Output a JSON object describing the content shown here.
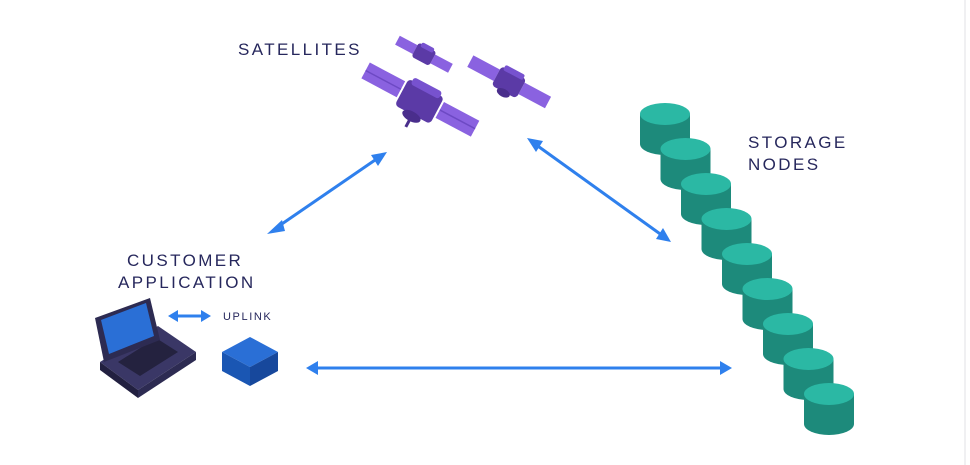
{
  "labels": {
    "satellites": "SATELLITES",
    "storage_nodes_line1": "STORAGE",
    "storage_nodes_line2": "NODES",
    "customer_line1": "CUSTOMER",
    "customer_line2": "APPLICATION",
    "uplink": "UPLINK"
  },
  "colors": {
    "arrow": "#2f80ed",
    "satellite_body": "#5b3aa6",
    "satellite_panel": "#8a62e0",
    "storage_top": "#2bb8a4",
    "storage_side": "#1d8a7b",
    "laptop_frame": "#2d2b52",
    "laptop_screen": "#2a6fd6",
    "uplink_box_top": "#2a6fd6",
    "uplink_box_side": "#17489c",
    "label_text": "#26275c"
  },
  "storage_node_count": 9,
  "icons": {
    "satellite": "satellite-icon",
    "storage": "database-icon",
    "laptop": "laptop-icon",
    "uplink_box": "uplink-box-icon"
  }
}
